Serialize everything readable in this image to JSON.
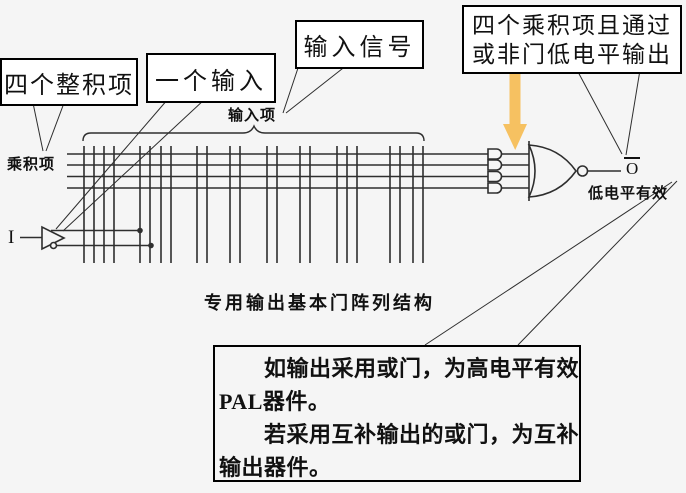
{
  "callouts": {
    "product_terms": "四个整积项",
    "one_input": "一个输入",
    "input_signal": "输入信号",
    "nor_output_line1": "四个乘积项且通过",
    "nor_output_line2": "或非门低电平输出"
  },
  "labels": {
    "product_term_rows": "乘积项",
    "input_columns": "输入项",
    "input_name": "I",
    "output_name": "O",
    "active_low": "低电平有效"
  },
  "caption": "专用输出基本门阵列结构",
  "note": {
    "line1": "　　如输出采用或门，为高电平有效",
    "line2": "PAL器件。",
    "line3": "　　若采用互补输出的或门，为互补",
    "line4": "输出器件。"
  },
  "colors": {
    "background": "#f5f5f5",
    "box_background": "#ffffff",
    "stroke": "#2e2e2e",
    "arrow": "#f6c161"
  }
}
